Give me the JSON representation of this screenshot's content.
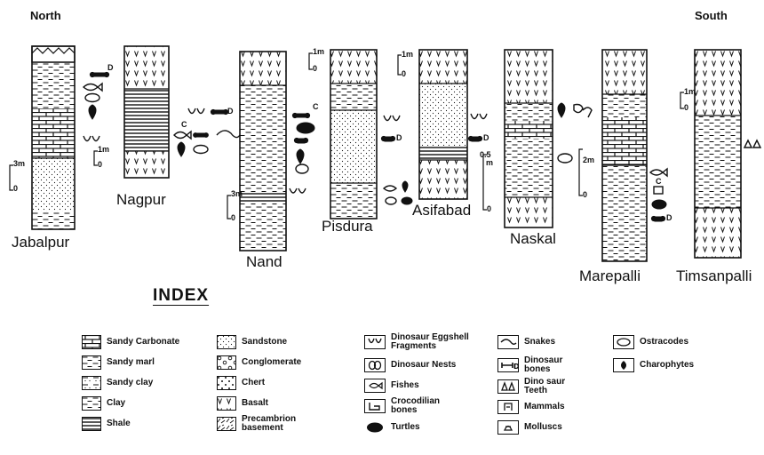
{
  "directions": {
    "north": "North",
    "south": "South"
  },
  "localities": [
    "Jabalpur",
    "Nagpur",
    "Nand",
    "Pisdura",
    "Asifabad",
    "Naskal",
    "Marepalli",
    "Timsanpalli"
  ],
  "scales": {
    "m3": "3m",
    "m1": "1m",
    "m2": "2m",
    "m05a": "0.5",
    "m05b": "m",
    "zero": "0"
  },
  "fossil_marks": {
    "c": "C",
    "d": "D"
  },
  "index": {
    "title": "INDEX",
    "lithology": [
      {
        "symbol": "sandy-carbonate",
        "label": "Sandy Carbonate"
      },
      {
        "symbol": "sandy-marl",
        "label": "Sandy marl"
      },
      {
        "symbol": "sandy-clay",
        "label": "Sandy clay"
      },
      {
        "symbol": "clay",
        "label": "Clay"
      },
      {
        "symbol": "shale",
        "label": "Shale"
      },
      {
        "symbol": "sandstone",
        "label": "Sandstone"
      },
      {
        "symbol": "conglomerate",
        "label": "Conglomerate"
      },
      {
        "symbol": "chert",
        "label": "Chert"
      },
      {
        "symbol": "basalt",
        "label": "Basalt"
      },
      {
        "symbol": "precambrian-basement",
        "label": "Precambrion basement"
      }
    ],
    "fossils": [
      {
        "symbol": "eggshell",
        "label": "Dinosaur Eggshell Fragments"
      },
      {
        "symbol": "nest",
        "label": "Dinosaur Nests"
      },
      {
        "symbol": "fish",
        "label": "Fishes"
      },
      {
        "symbol": "crocodile",
        "label": "Crocodilian bones"
      },
      {
        "symbol": "turtle",
        "label": "Turtles"
      },
      {
        "symbol": "snake",
        "label": "Snakes"
      },
      {
        "symbol": "dino-bone",
        "label": "Dinosaur bones"
      },
      {
        "symbol": "dino-teeth",
        "label": "Dino saur Teeth"
      },
      {
        "symbol": "mammal",
        "label": "Mammals"
      },
      {
        "symbol": "mollusc",
        "label": "Molluscs"
      },
      {
        "symbol": "ostracode",
        "label": "Ostracodes"
      },
      {
        "symbol": "charophyte",
        "label": "Charophytes"
      }
    ]
  }
}
